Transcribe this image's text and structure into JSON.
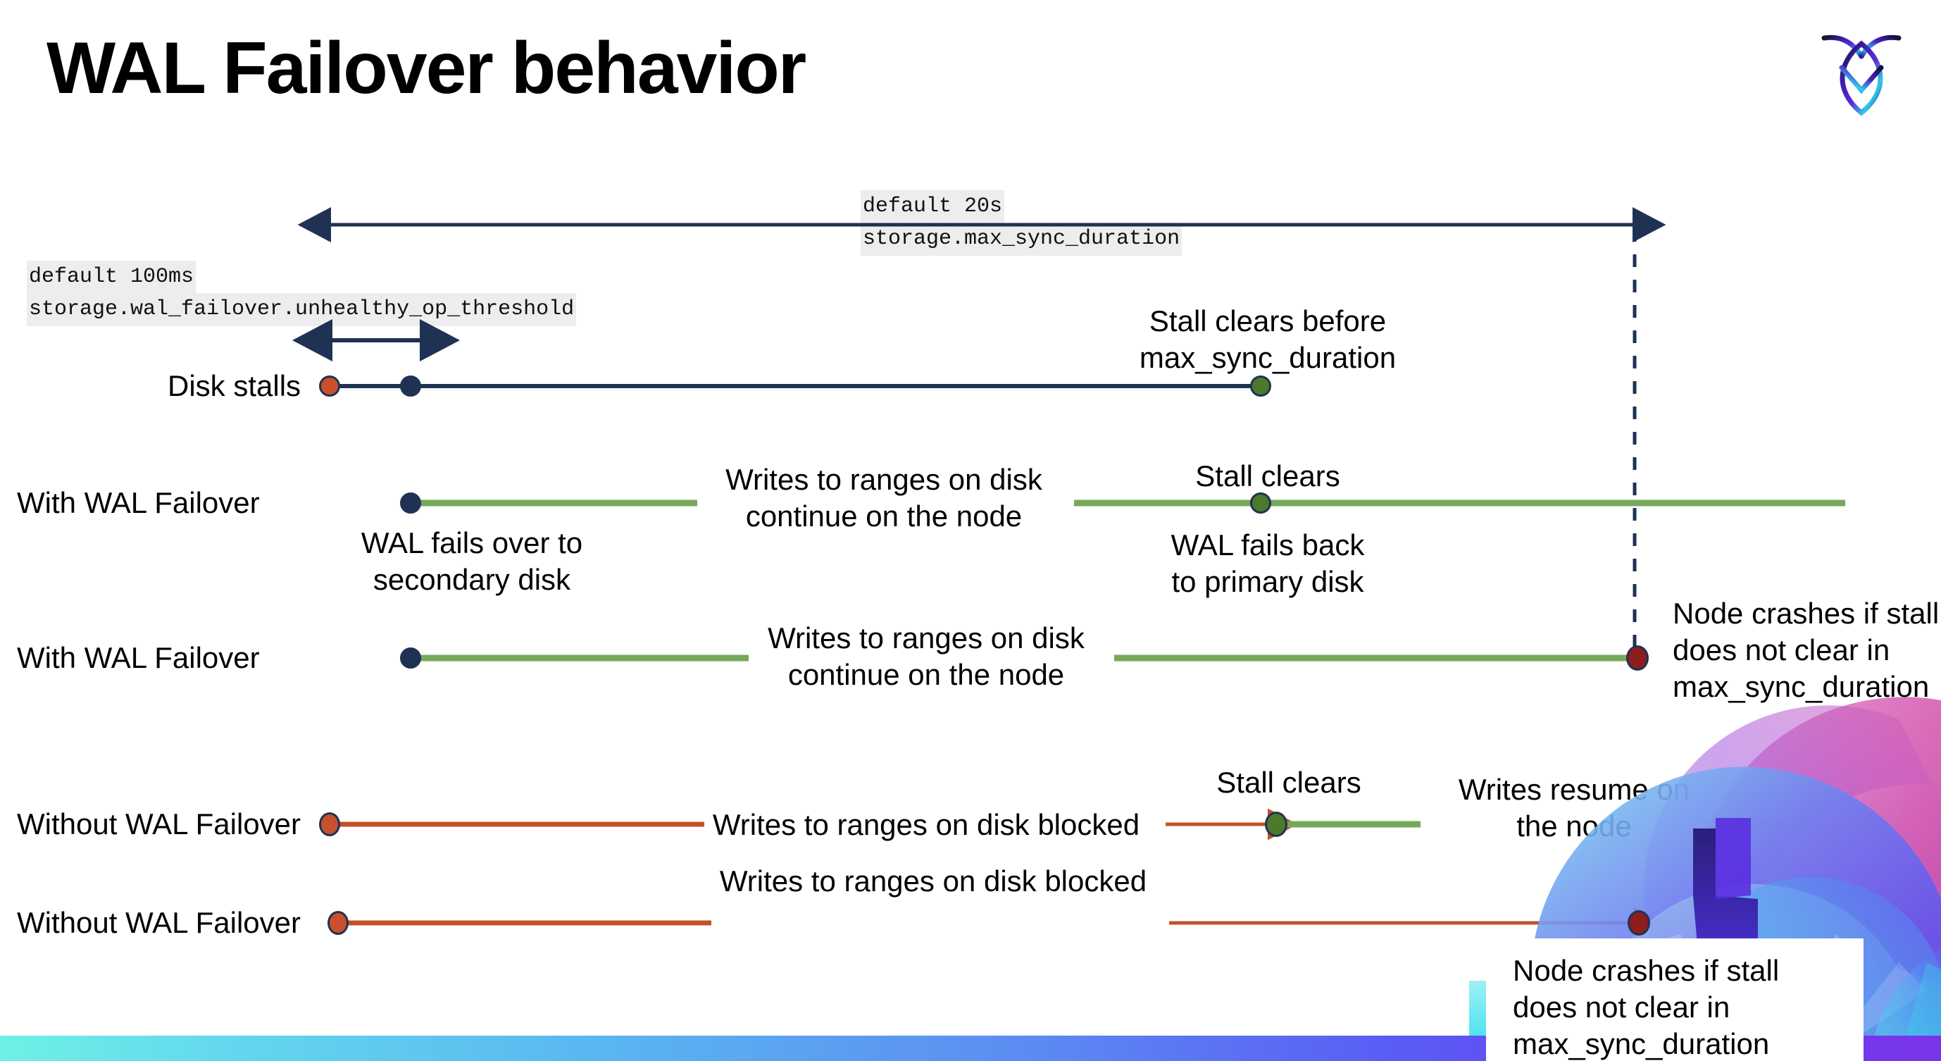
{
  "slide": {
    "title": "WAL Failover behavior",
    "logo_name": "cockroachdb-logo"
  },
  "annotations": {
    "max_sync": {
      "default": "default 20s",
      "setting": "storage.max_sync_duration"
    },
    "unhealthy_op": {
      "default": "default 100ms",
      "setting": "storage.wal_failover.unhealthy_op_threshold"
    }
  },
  "rows": [
    {
      "label": "Disk stalls",
      "notes": [
        "Stall clears before\nmax_sync_duration"
      ]
    },
    {
      "label": "With WAL Failover",
      "notes": [
        "Writes to ranges on disk\ncontinue on the node",
        "Stall clears",
        "WAL fails over to\nsecondary disk",
        "WAL fails  back\nto primary disk"
      ]
    },
    {
      "label": "With WAL Failover",
      "notes": [
        "Writes to ranges on disk\ncontinue on the node",
        "Node crashes if stall\ndoes not clear in\nmax_sync_duration"
      ]
    },
    {
      "label": "Without WAL Failover",
      "notes": [
        "Writes to ranges on disk  blocked",
        "Stall clears",
        "Writes resume on\nthe node"
      ]
    },
    {
      "label": "Without WAL Failover",
      "notes": [
        "Writes to ranges on disk  blocked",
        "Node crashes if stall\ndoes not clear in\nmax_sync_duration"
      ]
    }
  ],
  "colors": {
    "navy": "#1f3253",
    "green": "#76a85a",
    "red": "#c4502b",
    "dot_red": "#c8502c",
    "dot_green": "#4b7a2b",
    "dot_darkred": "#8e1d1d",
    "code_bg": "#ededed"
  }
}
